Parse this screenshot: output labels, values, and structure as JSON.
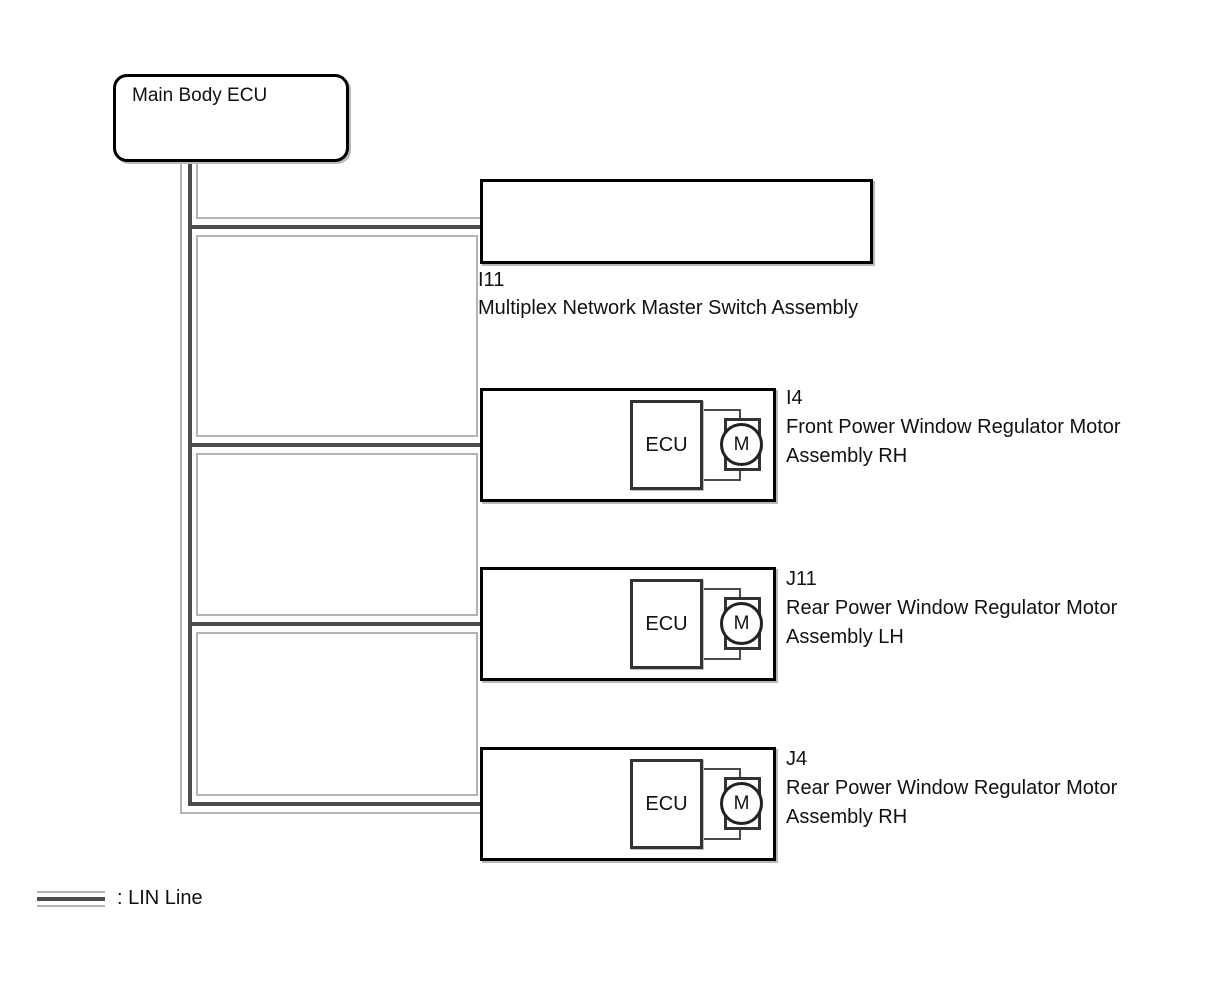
{
  "main_ecu": {
    "label": "Main Body ECU"
  },
  "components": [
    {
      "id": "I11",
      "name_line1": "Multiplex Network Master Switch Assembly"
    },
    {
      "id": "I4",
      "ecu_label": "ECU",
      "motor_label": "M",
      "name_line1": "Front Power Window Regulator Motor",
      "name_line2": "Assembly RH"
    },
    {
      "id": "J11",
      "ecu_label": "ECU",
      "motor_label": "M",
      "name_line1": "Rear Power Window Regulator Motor",
      "name_line2": "Assembly LH"
    },
    {
      "id": "J4",
      "ecu_label": "ECU",
      "motor_label": "M",
      "name_line1": "Rear Power Window Regulator Motor",
      "name_line2": "Assembly RH"
    }
  ],
  "legend": {
    "label": ": LIN Line",
    "symbol": "lin-line-sample"
  },
  "colors": {
    "line_dark": "#4d4d4d",
    "line_light": "#b3b3b3",
    "box_border": "#000000",
    "inner_border": "#333333",
    "text": "#111111"
  }
}
